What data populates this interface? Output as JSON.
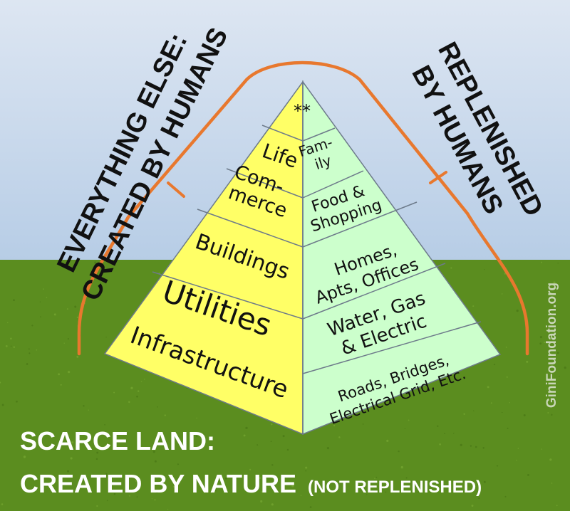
{
  "left_tiers": [
    {
      "name": "tier-life",
      "lines": [
        "Life"
      ]
    },
    {
      "name": "tier-commerce",
      "lines": [
        "Com-",
        "merce"
      ]
    },
    {
      "name": "tier-buildings",
      "lines": [
        "Buildings"
      ]
    },
    {
      "name": "tier-utilities",
      "lines": [
        "Utilities"
      ]
    },
    {
      "name": "tier-infrastructure",
      "lines": [
        "Infrastructure"
      ]
    }
  ],
  "right_tiers": [
    {
      "name": "tier-family",
      "lines": [
        "Fam-",
        "ily"
      ]
    },
    {
      "name": "tier-food",
      "lines": [
        "Food &",
        "Shopping"
      ]
    },
    {
      "name": "tier-homes",
      "lines": [
        "Homes,",
        "Apts, Offices"
      ]
    },
    {
      "name": "tier-water",
      "lines": [
        "Water, Gas",
        "& Electric"
      ]
    },
    {
      "name": "tier-roads",
      "lines": [
        "Roads, Bridges,",
        "Electrical Grid, Etc."
      ]
    }
  ],
  "apex_mark": "**",
  "left_caption": [
    "EVERYTHING ELSE:",
    "CREATED BY HUMANS"
  ],
  "right_caption": [
    "REPLENISHED",
    "BY HUMANS"
  ],
  "land_caption": {
    "line1": "SCARCE LAND:",
    "line2": "CREATED BY NATURE",
    "note": "(NOT REPLENISHED)"
  },
  "watermark": "GiniFoundation.org",
  "colors": {
    "sky_top": "#dde6f2",
    "sky_bottom": "#b7cde6",
    "grass": "#5b8d1f",
    "left_face": "#ffff66",
    "right_face": "#ccffcc",
    "bracket": "#e8782e",
    "land_text": "#ffffff"
  }
}
